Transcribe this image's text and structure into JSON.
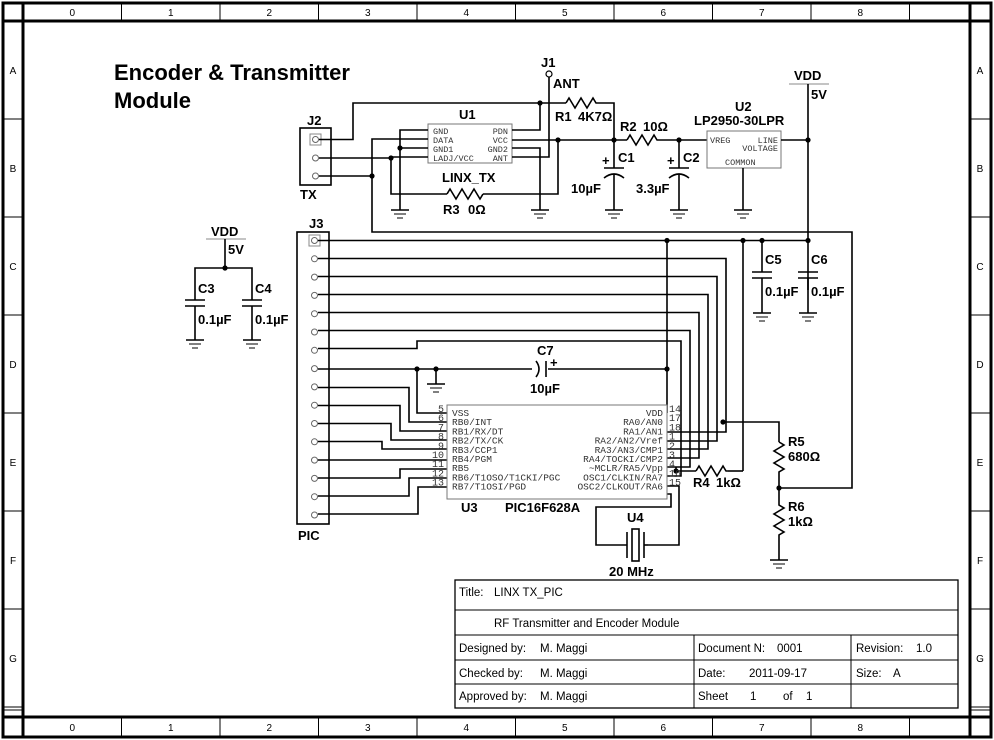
{
  "sheet": {
    "title_line1": "Encoder & Transmitter",
    "title_line2": "Module",
    "columns": [
      "0",
      "1",
      "2",
      "3",
      "4",
      "5",
      "6",
      "7",
      "8"
    ],
    "rows": [
      "A",
      "B",
      "C",
      "D",
      "E",
      "F",
      "G"
    ]
  },
  "components": {
    "j1": {
      "ref": "J1",
      "label": "ANT"
    },
    "j2": {
      "ref": "J2",
      "label": "TX"
    },
    "j3": {
      "ref": "J3",
      "label": "PIC"
    },
    "u1": {
      "ref": "U1",
      "part": "LINX_TX",
      "pins_left": [
        "GND",
        "DATA",
        "GND1",
        "LADJ/VCC"
      ],
      "pins_right": [
        "PDN",
        "VCC",
        "GND2",
        "ANT"
      ]
    },
    "u2": {
      "ref": "U2",
      "part": "LP2950-30LPR",
      "pin_vreg": "VREG",
      "pin_line1": "LINE",
      "pin_line2": "VOLTAGE",
      "pin_common": "COMMON"
    },
    "u3": {
      "ref": "U3",
      "part": "PIC16F628A",
      "pins_left": [
        {
          "num": "5",
          "name": "VSS"
        },
        {
          "num": "6",
          "name": "RB0/INT"
        },
        {
          "num": "7",
          "name": "RB1/RX/DT"
        },
        {
          "num": "8",
          "name": "RB2/TX/CK"
        },
        {
          "num": "9",
          "name": "RB3/CCP1"
        },
        {
          "num": "10",
          "name": "RB4/PGM"
        },
        {
          "num": "11",
          "name": "RB5"
        },
        {
          "num": "12",
          "name": "RB6/T1OSO/T1CKI/PGC"
        },
        {
          "num": "13",
          "name": "RB7/T1OSI/PGD"
        }
      ],
      "pins_right": [
        {
          "num": "14",
          "name": "VDD"
        },
        {
          "num": "17",
          "name": "RA0/AN0"
        },
        {
          "num": "18",
          "name": "RA1/AN1"
        },
        {
          "num": "1",
          "name": "RA2/AN2/Vref"
        },
        {
          "num": "2",
          "name": "RA3/AN3/CMP1"
        },
        {
          "num": "3",
          "name": "RA4/TOCKI/CMP2"
        },
        {
          "num": "4",
          "name": "~MCLR/RA5/Vpp"
        },
        {
          "num": "16",
          "name": "OSC1/CLKIN/RA7"
        },
        {
          "num": "15",
          "name": "OSC2/CLKOUT/RA6"
        }
      ]
    },
    "u4": {
      "ref": "U4",
      "value": "20 MHz"
    },
    "r1": {
      "ref": "R1",
      "value": "4K7Ω"
    },
    "r2": {
      "ref": "R2",
      "value": "10Ω"
    },
    "r3": {
      "ref": "R3",
      "value": "0Ω"
    },
    "r4": {
      "ref": "R4",
      "value": "1kΩ"
    },
    "r5": {
      "ref": "R5",
      "value": "680Ω"
    },
    "r6": {
      "ref": "R6",
      "value": "1kΩ"
    },
    "c1": {
      "ref": "C1",
      "value": "10µF"
    },
    "c2": {
      "ref": "C2",
      "value": "3.3µF"
    },
    "c3": {
      "ref": "C3",
      "value": "0.1µF"
    },
    "c4": {
      "ref": "C4",
      "value": "0.1µF"
    },
    "c5": {
      "ref": "C5",
      "value": "0.1µF"
    },
    "c6": {
      "ref": "C6",
      "value": "0.1µF"
    },
    "c7": {
      "ref": "C7",
      "value": "10µF"
    },
    "vdd_top": {
      "name": "VDD",
      "value": "5V"
    },
    "vdd_left": {
      "name": "VDD",
      "value": "5V"
    }
  },
  "title_block": {
    "title_label": "Title:",
    "title_value": "LINX TX_PIC",
    "description": "RF Transmitter and Encoder Module",
    "designed_label": "Designed by:",
    "designed_value": "M. Maggi",
    "checked_label": "Checked by:",
    "checked_value": "M. Maggi",
    "approved_label": "Approved by:",
    "approved_value": "M. Maggi",
    "docnum_label": "Document N:",
    "docnum_value": "0001",
    "date_label": "Date:",
    "date_value": "2011-09-17",
    "sheet_label": "Sheet",
    "sheet_value": "1",
    "of_label": "of",
    "of_value": "1",
    "revision_label": "Revision:",
    "revision_value": "1.0",
    "size_label": "Size:",
    "size_value": "A"
  }
}
